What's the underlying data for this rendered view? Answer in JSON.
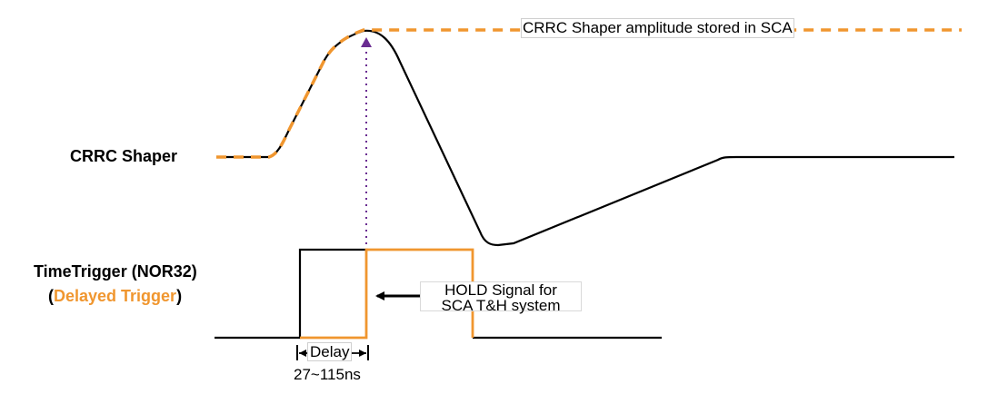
{
  "labels": {
    "shaper": "CRRC Shaper",
    "trigger_line1": "TimeTrigger (NOR32)",
    "trigger_open": "(",
    "delayed_trigger": "Delayed Trigger",
    "trigger_close": ")",
    "stored": "CRRC Shaper amplitude stored in SCA",
    "hold_line1": "HOLD Signal for",
    "hold_line2": "SCA T&H system",
    "delay": "Delay",
    "delay_range": "27~115ns"
  },
  "colors": {
    "signal": "#000000",
    "delayed": "#f0962f",
    "marker": "#6a2c91",
    "label_box_border": "#cfcfcf"
  }
}
